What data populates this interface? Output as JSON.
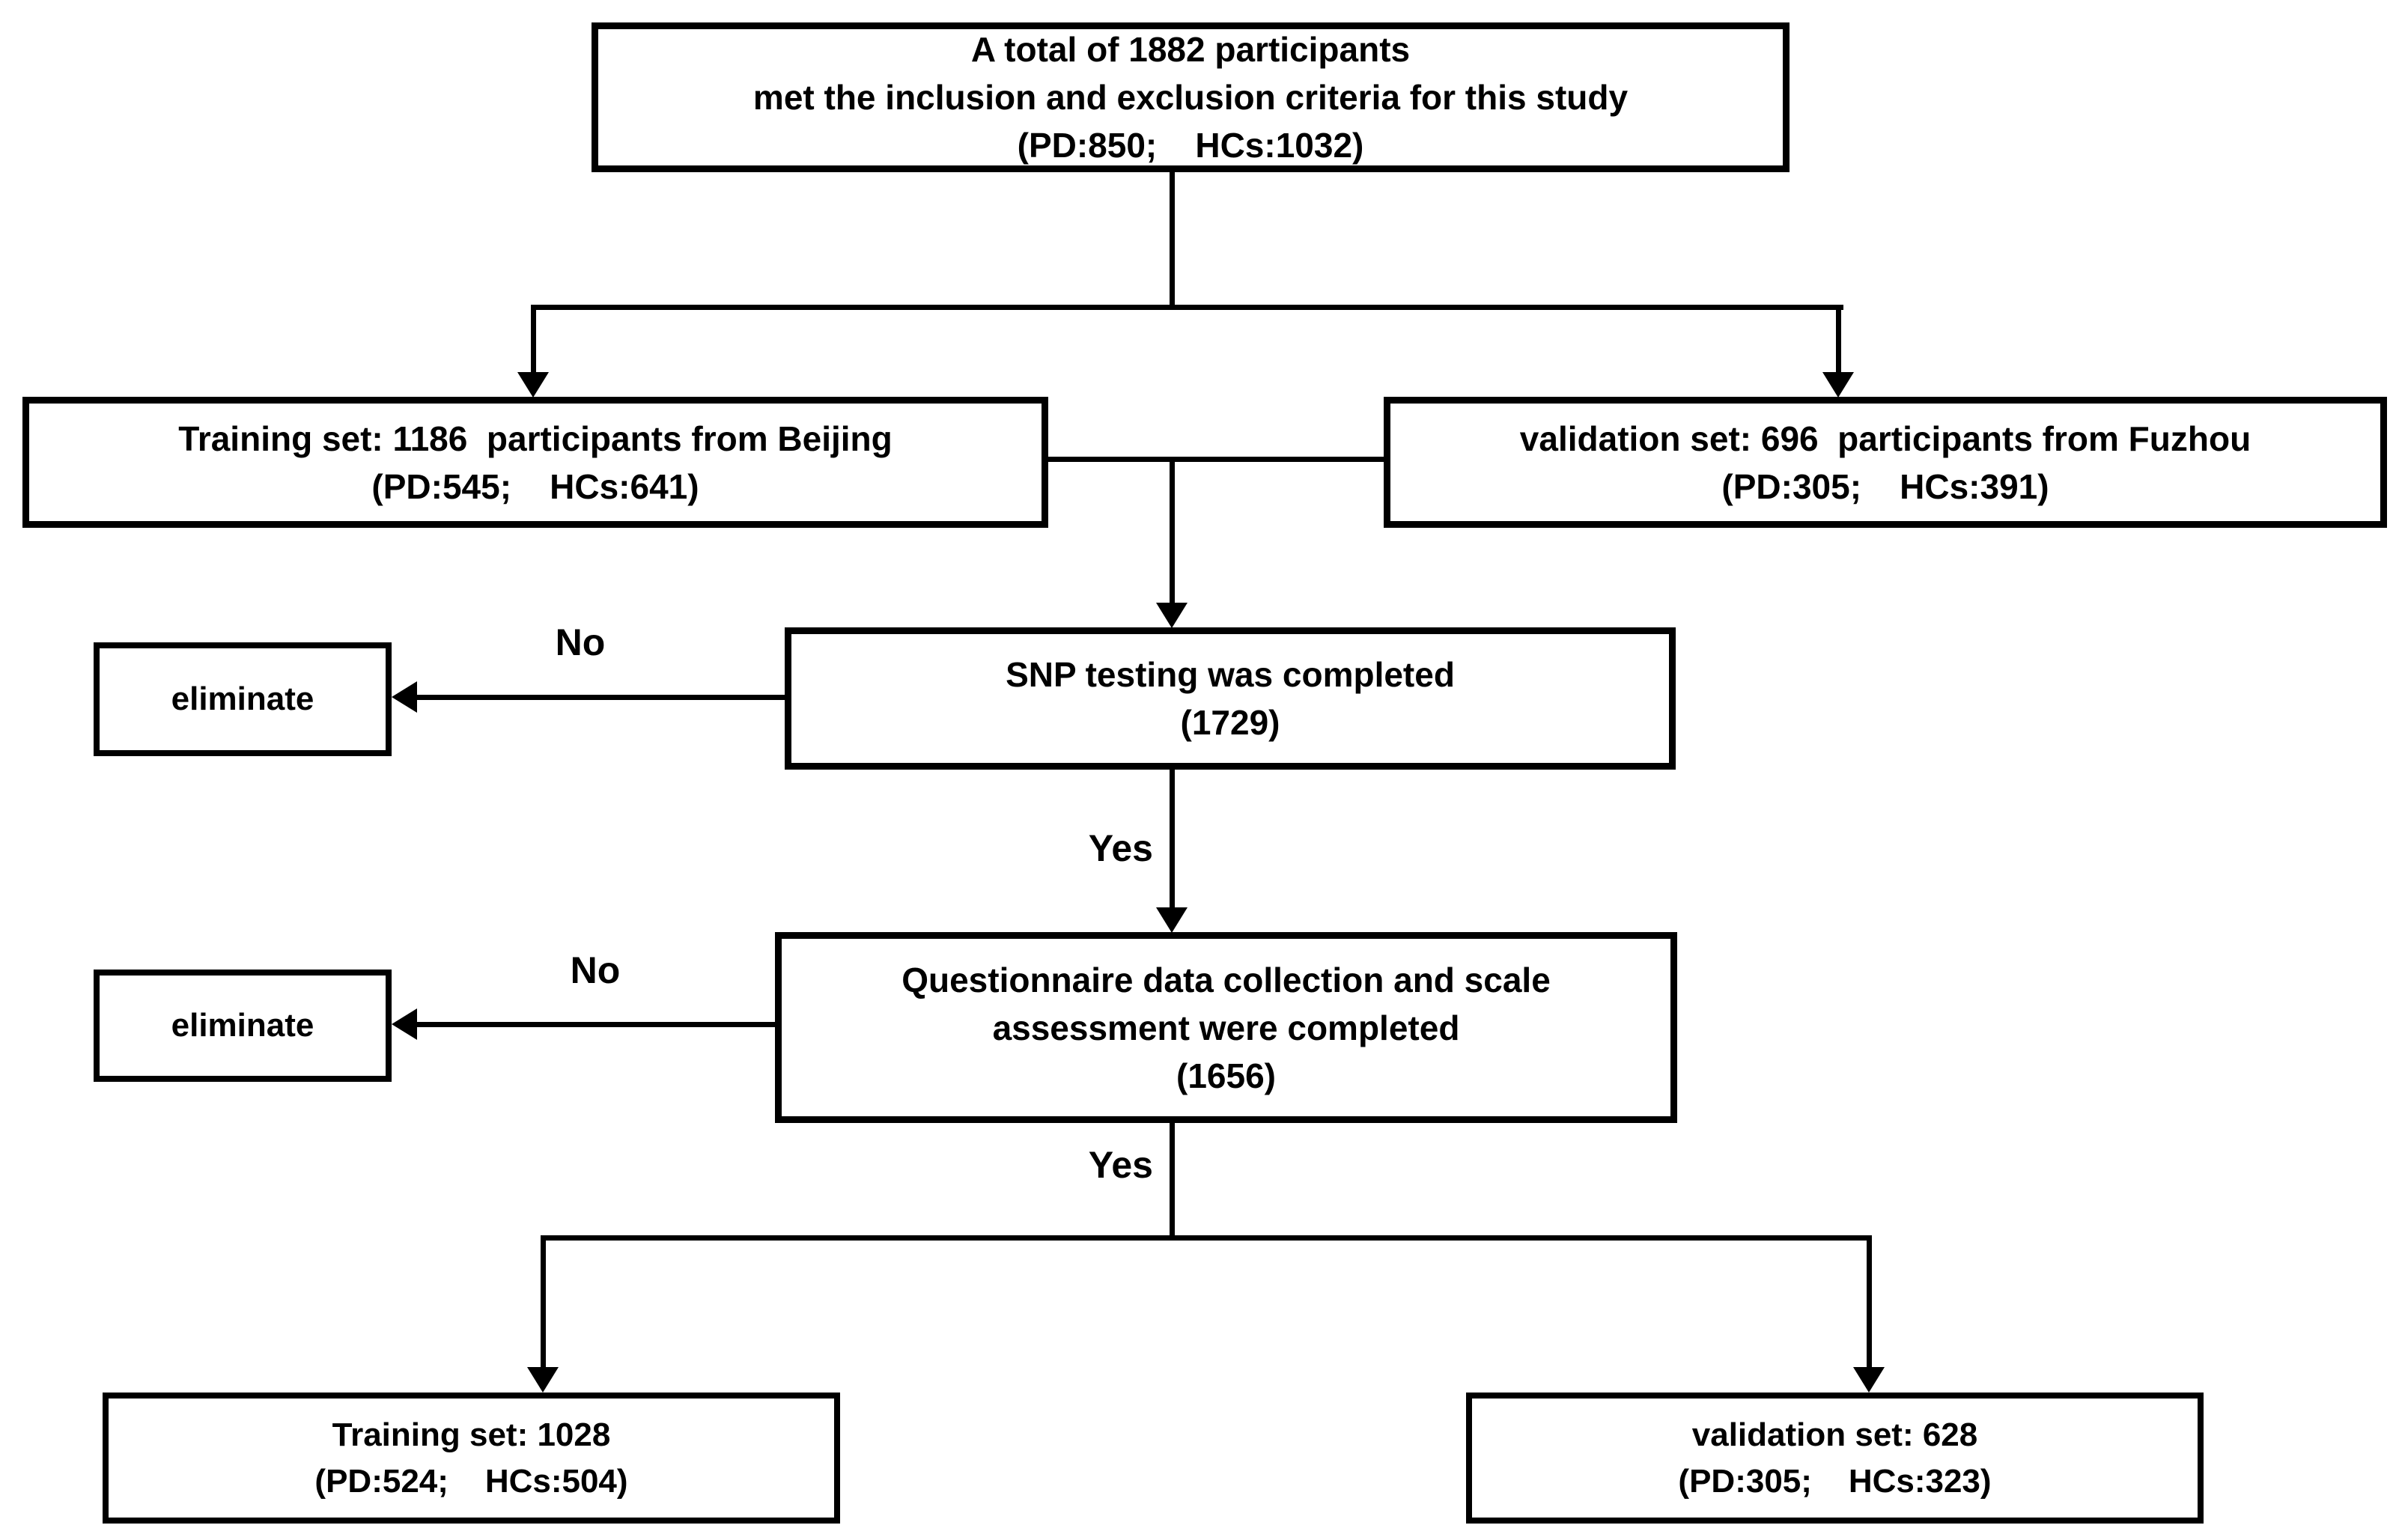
{
  "diagram": {
    "type": "flowchart",
    "background": "#ffffff",
    "line_color": "#000000",
    "text_color": "#000000",
    "nodes": {
      "total": {
        "lines": [
          "A total of 1882 participants",
          "met the inclusion and exclusion criteria for this study",
          "(PD:850;    HCs:1032)"
        ]
      },
      "training_initial": {
        "lines": [
          "Training set: 1186  participants from Beijing",
          "(PD:545;    HCs:641)"
        ]
      },
      "validation_initial": {
        "lines": [
          "validation set: 696  participants from Fuzhou",
          "(PD:305;    HCs:391)"
        ]
      },
      "snp": {
        "lines": [
          "SNP testing was completed",
          "(1729)"
        ]
      },
      "eliminate_snp": {
        "lines": [
          "eliminate"
        ]
      },
      "questionnaire": {
        "lines": [
          "Questionnaire data collection and scale",
          "assessment were completed",
          "(1656)"
        ]
      },
      "eliminate_questionnaire": {
        "lines": [
          "eliminate"
        ]
      },
      "training_final": {
        "lines": [
          "Training set: 1028",
          "(PD:524;    HCs:504)"
        ]
      },
      "validation_final": {
        "lines": [
          "validation set: 628",
          "(PD:305;    HCs:323)"
        ]
      }
    },
    "edge_labels": {
      "no_snp": "No",
      "yes_snp": "Yes",
      "no_questionnaire": "No",
      "yes_questionnaire": "Yes"
    }
  }
}
